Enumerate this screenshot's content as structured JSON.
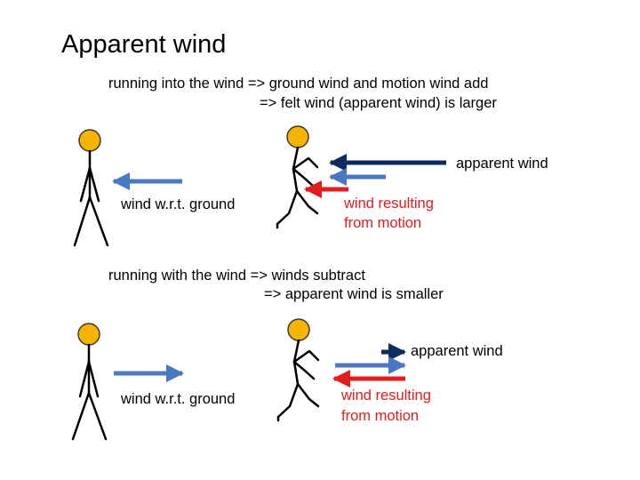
{
  "title": "Apparent wind",
  "colors": {
    "head_fill": "#f5b400",
    "figure_line": "#000000",
    "ground_wind_arrow": "#4a78c2",
    "apparent_wind_arrow": "#0d2b5e",
    "motion_wind_arrow": "#e21d1d",
    "motion_label": "#e21d1d"
  },
  "icons": [
    "standing-stick-figure-icon",
    "running-stick-figure-icon",
    "arrow-left-icon",
    "arrow-right-icon"
  ],
  "sections": [
    {
      "line1": "running into the wind => ground wind and motion wind add",
      "line2": "=> felt wind (apparent wind) is larger",
      "ground_label": "wind w.r.t. ground",
      "apparent_label": "apparent wind",
      "motion_label_1": "wind resulting",
      "motion_label_2": "from motion",
      "ground_direction": "left",
      "apparent_direction": "left",
      "motion_direction": "left"
    },
    {
      "line1": "running with the wind => winds subtract",
      "line2": "=> apparent wind is smaller",
      "ground_label": "wind w.r.t. ground",
      "apparent_label": "apparent wind",
      "motion_label_1": "wind resulting",
      "motion_label_2": "from motion",
      "ground_direction": "right",
      "apparent_direction": "right",
      "motion_direction": "left"
    }
  ]
}
